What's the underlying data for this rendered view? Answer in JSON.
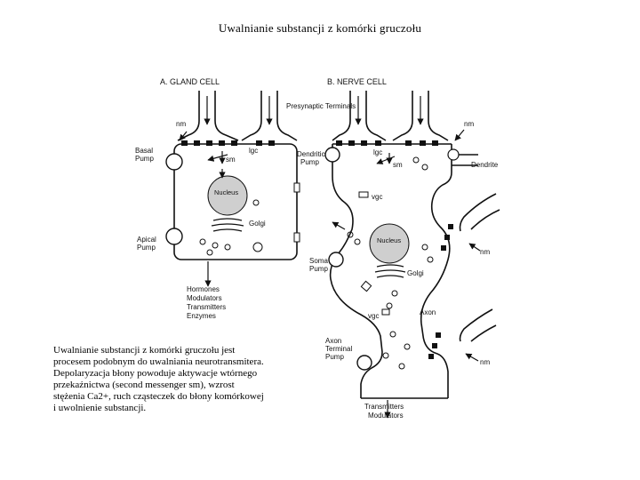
{
  "title": "Uwalnianie substancji z komórki gruczołu",
  "caption": "Uwalnianie substancji z komórki gruczołu jest procesem podobnym do uwalniania neurotransmitera. Depolaryzacja błony powoduje aktywacje wtórnego przekaźnictwa (second messenger sm), wzrost stężenia Ca2+, ruch cząsteczek do błony komórkowej i uwolnienie substancji.",
  "diagram": {
    "panel_a_title": "A.  GLAND CELL",
    "panel_b_title": "B.  NERVE CELL",
    "presynaptic_terminals": "Presynaptic Terminals",
    "nm": "nm",
    "sm": "sm",
    "lgc": "lgc",
    "vgc": "vgc",
    "nucleus": "Nucleus",
    "golgi": "Golgi",
    "basal_pump": [
      "Basal",
      "Pump"
    ],
    "apical_pump": [
      "Apical",
      "Pump"
    ],
    "dendritic_pump": [
      "Dendritic",
      "Pump"
    ],
    "soma_pump": [
      "Soma",
      "Pump"
    ],
    "axon_terminal_pump": [
      "Axon",
      "Terminal",
      "Pump"
    ],
    "dendrite": "Dendrite",
    "axon": "Axon",
    "gland_outputs": [
      "Hormones",
      "Modulators",
      "Transmitters",
      "Enzymes"
    ],
    "nerve_outputs": [
      "Transmitters",
      "Modulators"
    ]
  }
}
